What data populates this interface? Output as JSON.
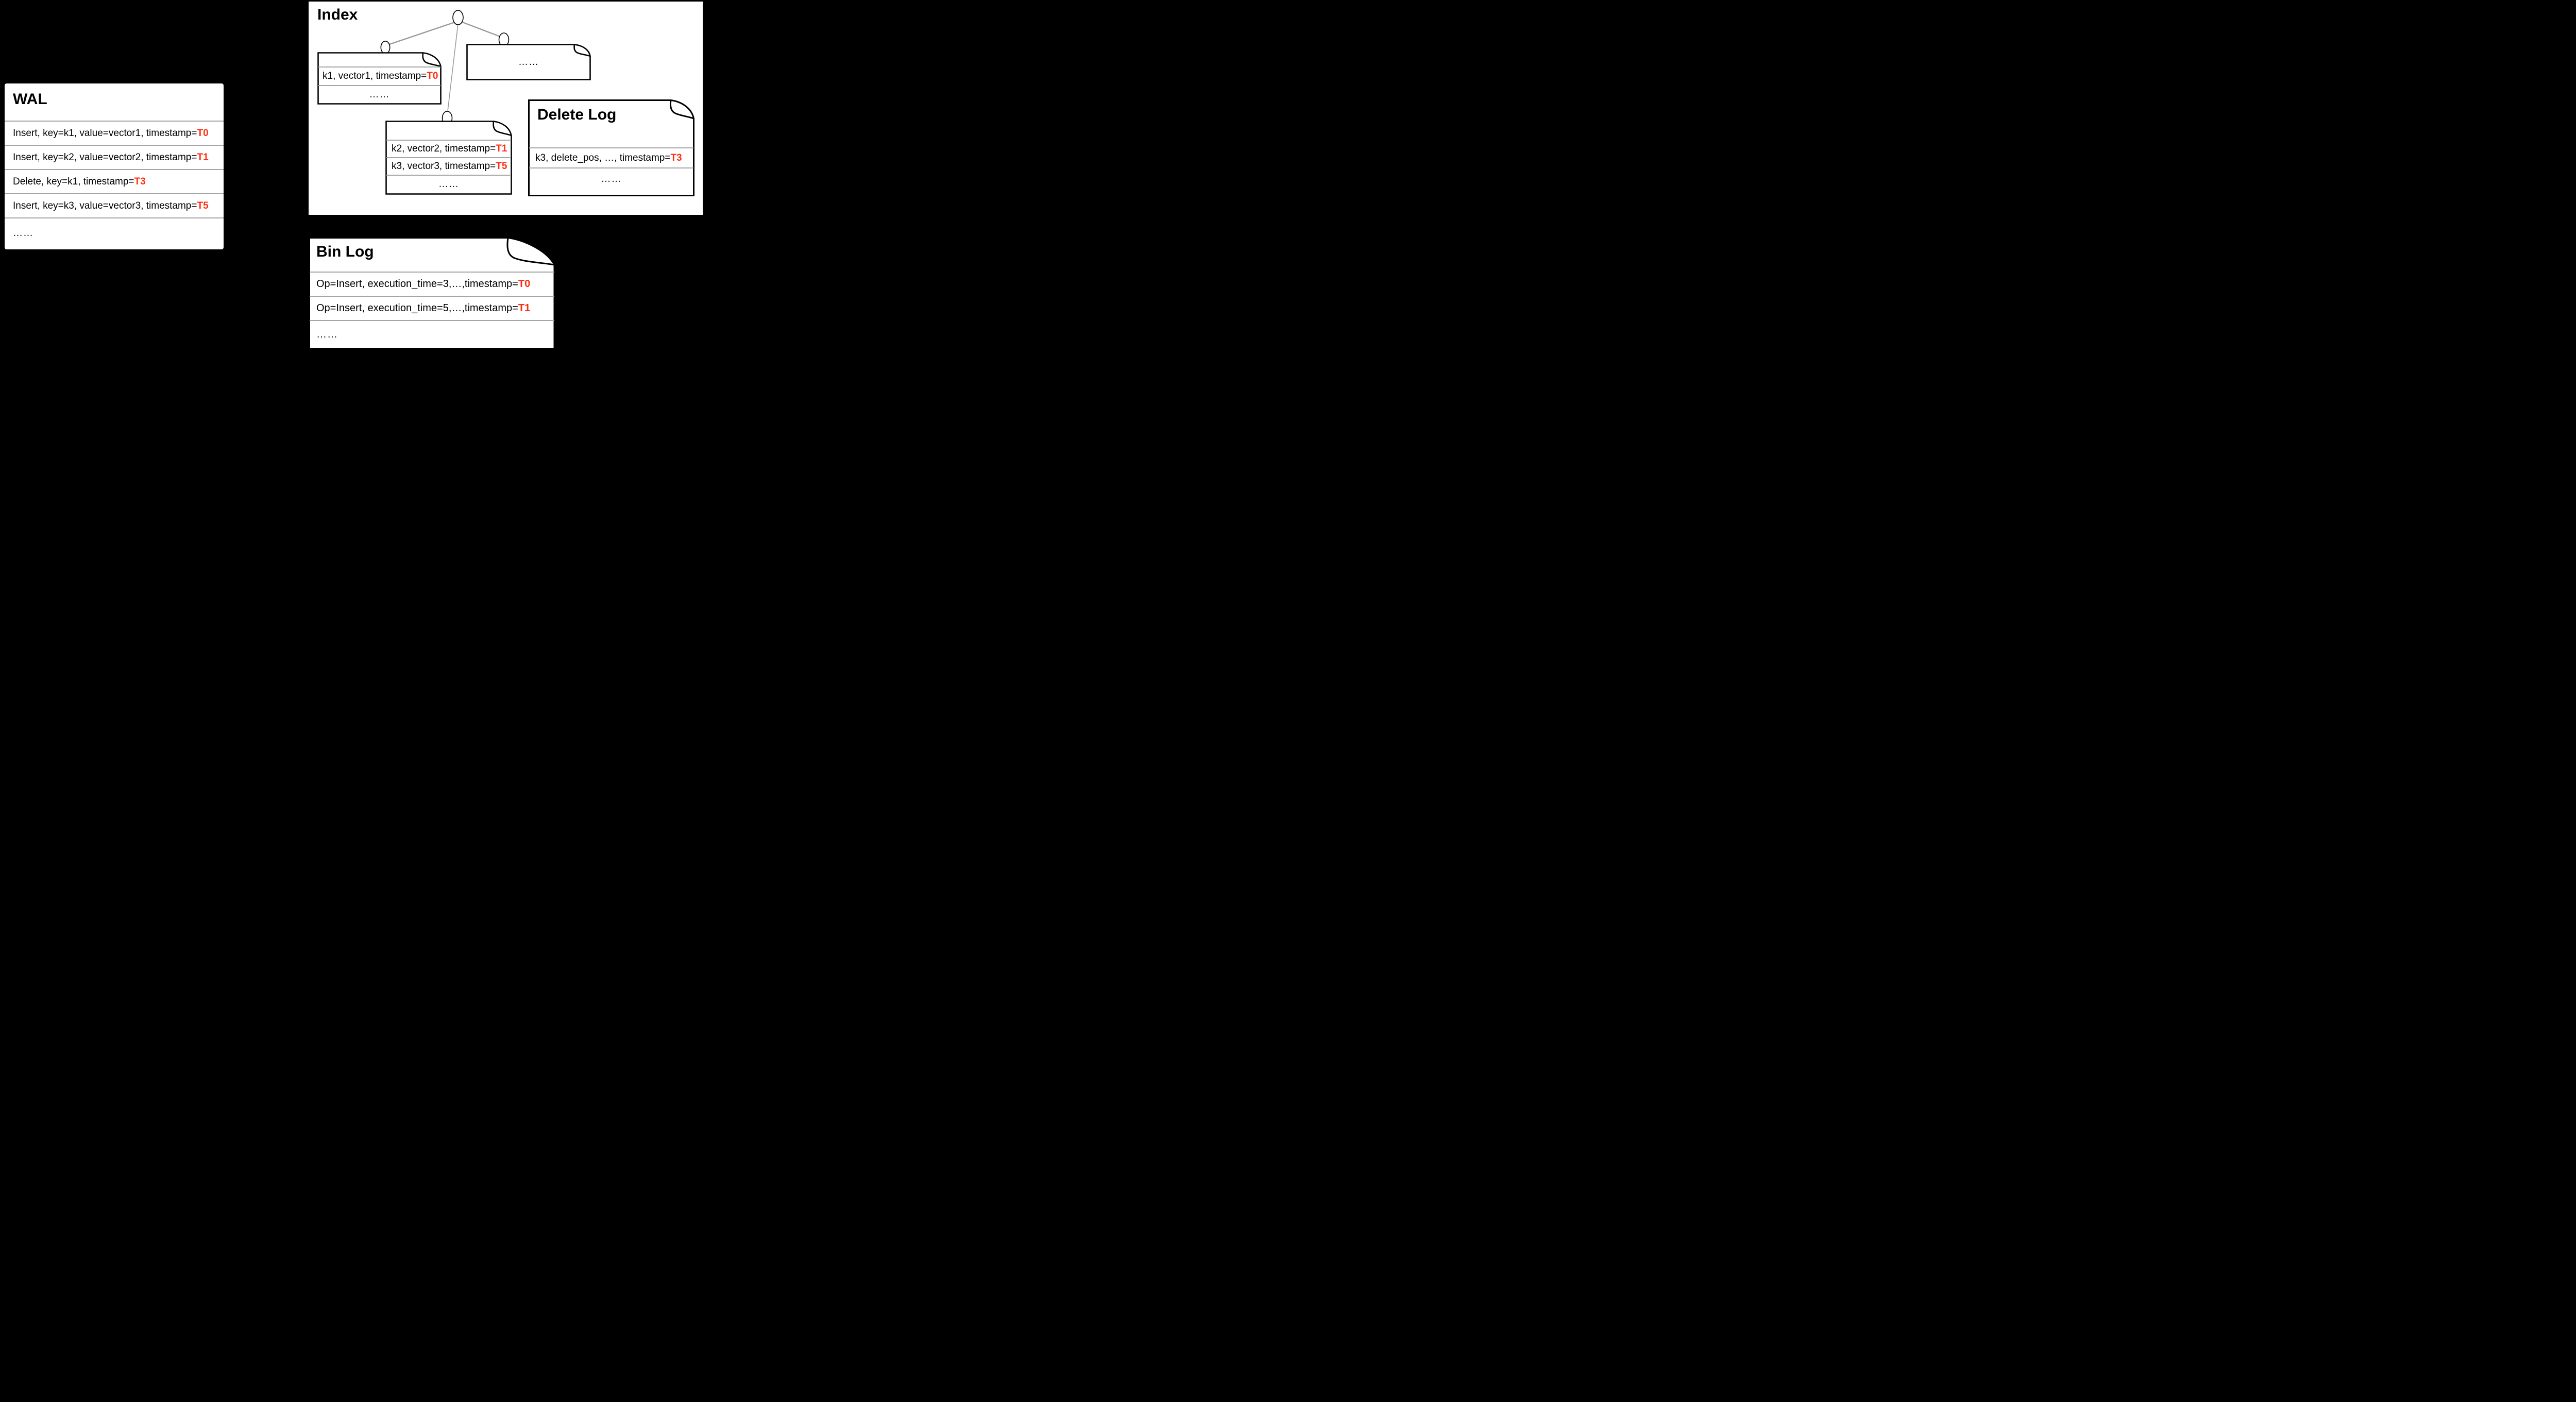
{
  "colors": {
    "background": "#000000",
    "panel": "#ffffff",
    "outline": "#000000",
    "divider": "#a6a6a6",
    "tree_edge": "#9b9b9b",
    "highlight": "#ff2d12"
  },
  "wal": {
    "title": "WAL",
    "rows": [
      {
        "text": "Insert, key=k1, value=vector1, timestamp=",
        "highlight": "T0"
      },
      {
        "text": "Insert, key=k2, value=vector2, timestamp=",
        "highlight": "T1"
      },
      {
        "text": "Delete, key=k1, timestamp=",
        "highlight": "T3"
      },
      {
        "text": "Insert, key=k3, value=vector3, timestamp=",
        "highlight": "T5"
      },
      {
        "text": "……"
      }
    ]
  },
  "index": {
    "title": "Index",
    "segment1": {
      "rows": [
        {
          "text": "k1, vector1, timestamp=",
          "highlight": "T0"
        },
        {
          "text": "……"
        }
      ]
    },
    "segment2": {
      "rows": [
        {
          "text": "……"
        }
      ]
    },
    "segment3": {
      "rows": [
        {
          "text": "k2, vector2, timestamp=",
          "highlight": "T1"
        },
        {
          "text": "k3, vector3, timestamp=",
          "highlight": "T5"
        },
        {
          "text": "……"
        }
      ]
    },
    "delete_log": {
      "title": "Delete Log",
      "rows": [
        {
          "text": "k3, delete_pos, …, timestamp=",
          "highlight": "T3"
        },
        {
          "text": "……"
        }
      ]
    }
  },
  "bin_log": {
    "title": "Bin Log",
    "rows": [
      {
        "text": "Op=Insert, execution_time=3,…,timestamp=",
        "highlight": "T0"
      },
      {
        "text": "Op=Insert, execution_time=5,…,timestamp=",
        "highlight": "T1"
      },
      {
        "text": "……"
      }
    ]
  }
}
